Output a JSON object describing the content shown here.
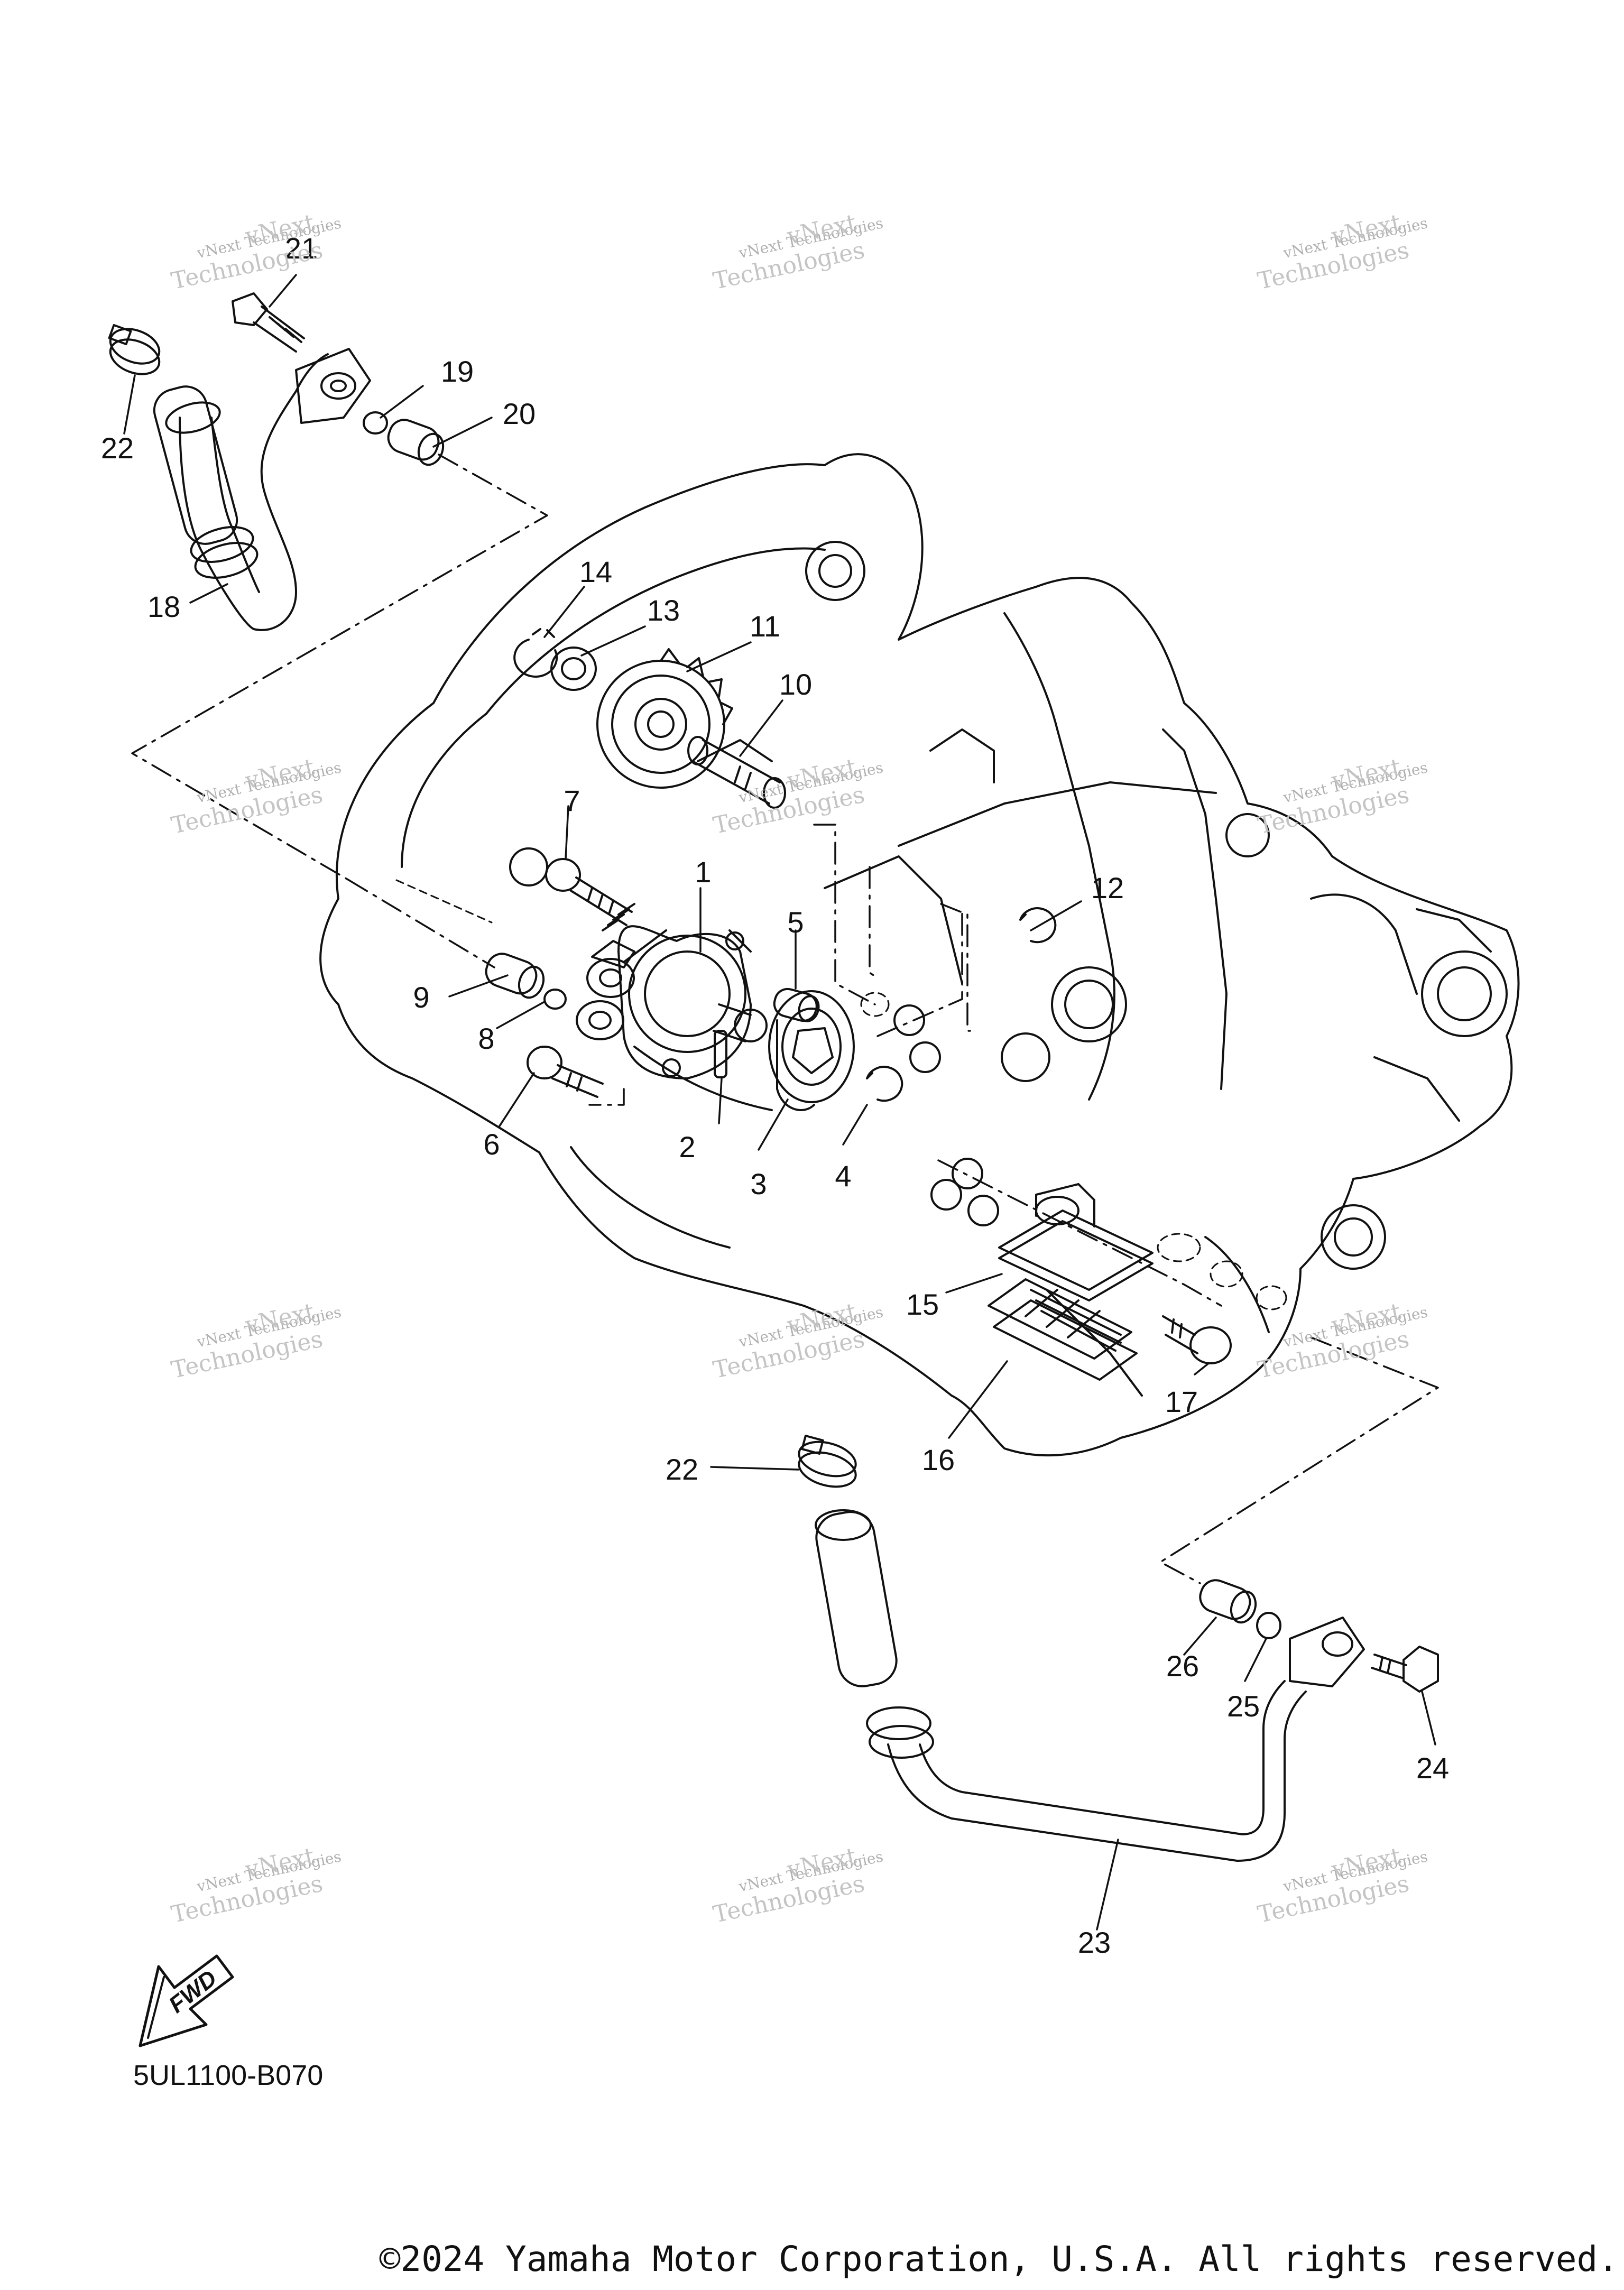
{
  "diagram": {
    "code": "5UL1100-B070",
    "copyright": "©2024 Yamaha Motor Corporation, U.S.A. All rights reserved.",
    "fwd_label": "FWD",
    "watermark_line1": "vNext Technologies",
    "watermark_line2": "vNext",
    "watermark_line3": "Technologies",
    "callouts": [
      "1",
      "2",
      "3",
      "4",
      "5",
      "6",
      "7",
      "8",
      "9",
      "10",
      "11",
      "12",
      "13",
      "14",
      "15",
      "16",
      "17",
      "18",
      "19",
      "20",
      "21",
      "22",
      "22",
      "23",
      "24",
      "25",
      "26"
    ]
  },
  "colors": {
    "line": "#111111",
    "watermark": "#b0b0b0"
  }
}
